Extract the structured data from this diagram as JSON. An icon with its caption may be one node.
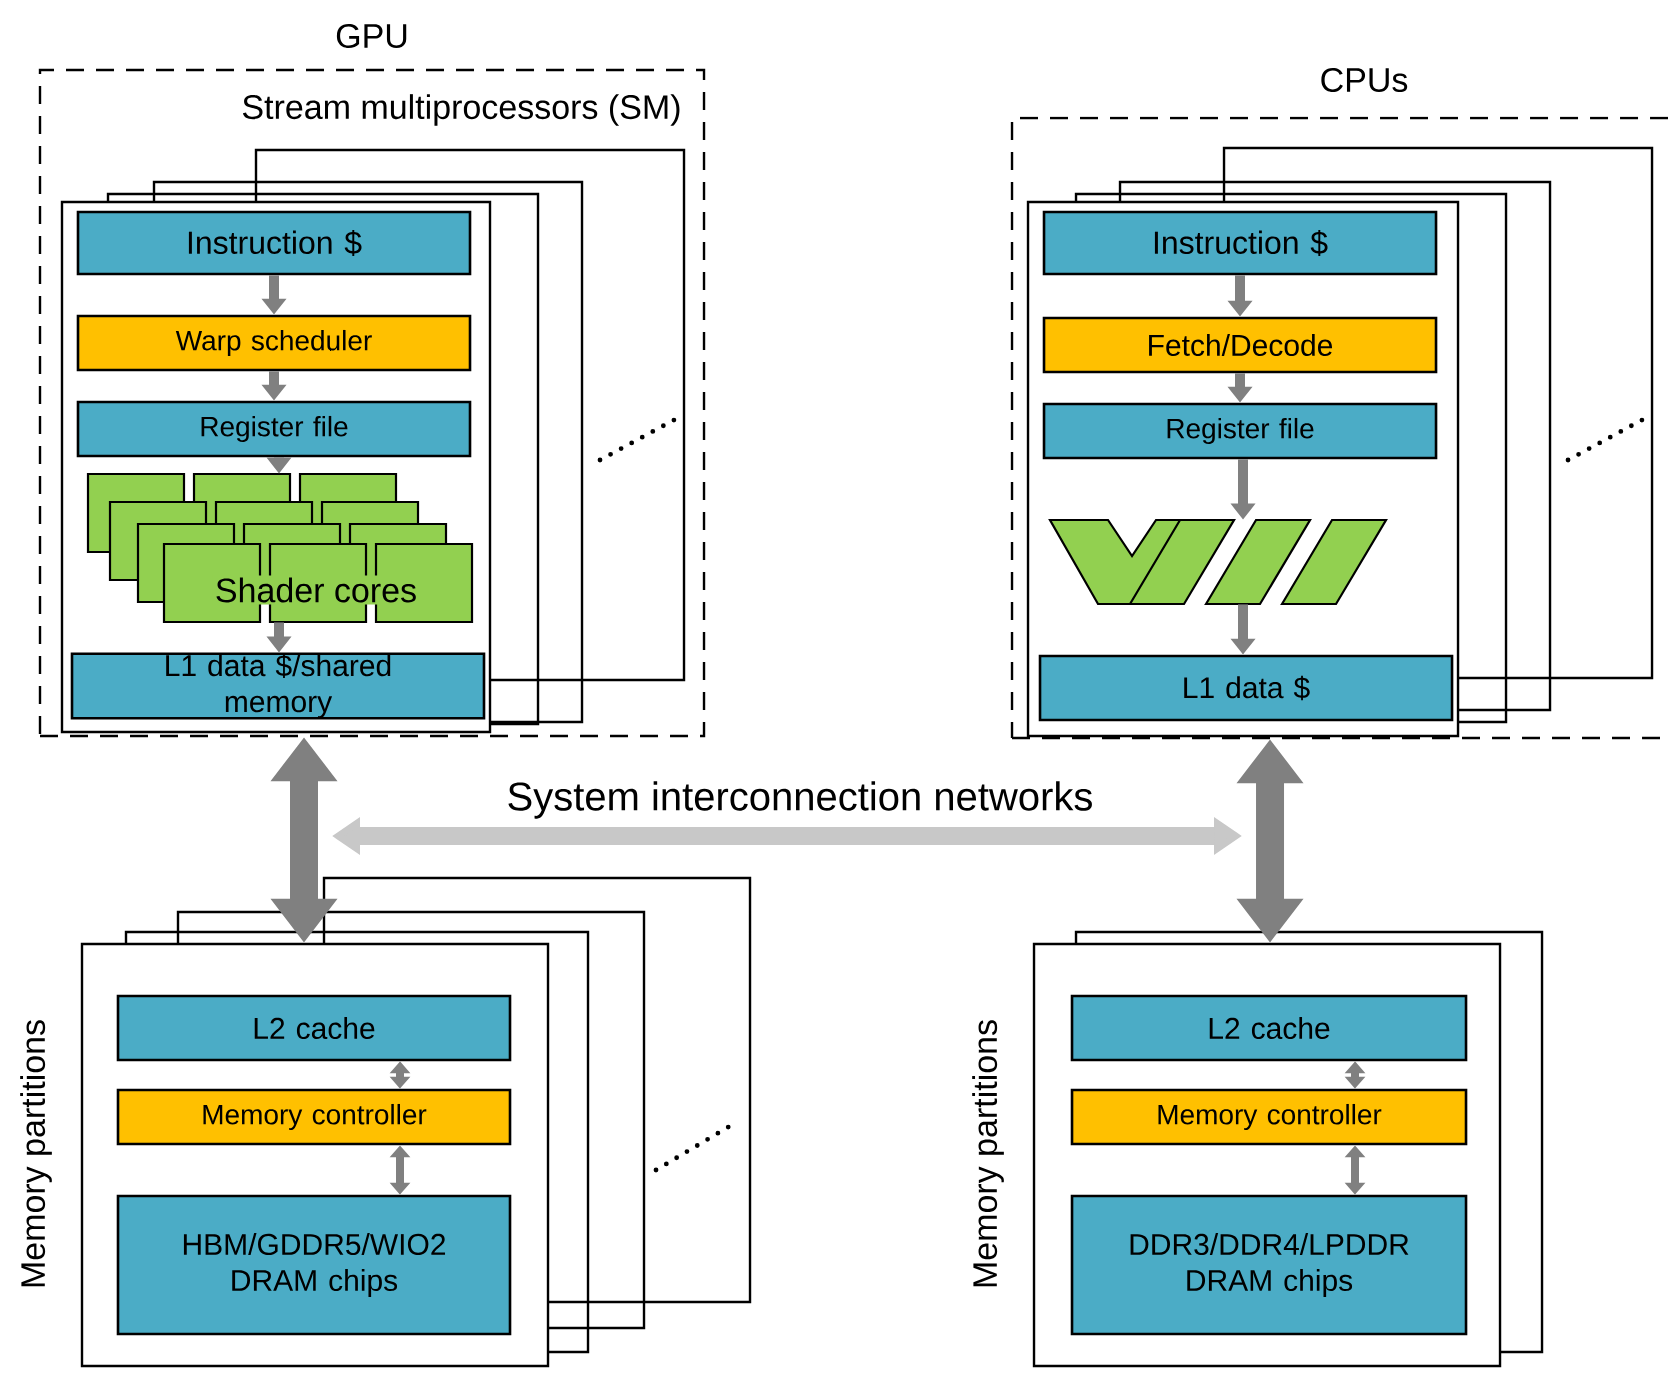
{
  "diagram": {
    "nodes": [
      {
        "text": [
          "GPU",
          "Stream multiprocessors (SM)"
        ]
      },
      {
        "text": [],
        "shape": "box",
        "in": 0
      },
      {
        "text": [
          "Instruction $"
        ],
        "in": 1
      },
      {
        "text": [
          "Warp scheduler"
        ],
        "in": 1
      },
      {
        "text": [
          "Register file"
        ],
        "in": 1
      },
      {
        "text": [
          "Shader cores"
        ],
        "in": 1
      },
      {
        "text": [
          "L1 data $/shared memory"
        ],
        "in": 1
      },
      {
        "text": [
          "CPUs"
        ]
      },
      {
        "text": [],
        "shape": "box",
        "in": 7
      },
      {
        "text": [
          "Instruction $"
        ],
        "in": 8
      },
      {
        "text": [
          "Fetch/Decode"
        ],
        "in": 8
      },
      {
        "text": [
          "Register file"
        ],
        "in": 8
      },
      {
        "text": [],
        "shape": "picture",
        "in": 8
      },
      {
        "text": [
          "L1 data $"
        ],
        "in": 8
      },
      {
        "text": [
          "Memory partitions"
        ]
      },
      {
        "text": [
          "L2 cache"
        ],
        "in": 14
      },
      {
        "text": [
          "Memory controller"
        ],
        "in": 14
      },
      {
        "text": [
          "HBM/GDDR5/WIO2 DRAM chips"
        ],
        "in": 14
      },
      {
        "text": [
          "Memory partitions"
        ]
      },
      {
        "text": [
          "L2 cache"
        ],
        "in": 18
      },
      {
        "text": [
          "Memory controller"
        ],
        "in": 18
      },
      {
        "text": [
          "DDR3/DDR4/LPDDR DRAM chips"
        ],
        "in": 18
      }
    ],
    "edges": [
      {
        "from": 2,
        "to": 3,
        "arrow": "to"
      },
      {
        "from": 3,
        "to": 4,
        "arrow": "to"
      },
      {
        "from": 4,
        "to": 5,
        "arrow": "to"
      },
      {
        "from": 5,
        "to": 6,
        "arrow": "to"
      },
      {
        "from": 9,
        "to": 10,
        "arrow": "to"
      },
      {
        "from": 10,
        "to": 11,
        "arrow": "to"
      },
      {
        "from": 11,
        "to": 12,
        "arrow": "to"
      },
      {
        "from": 12,
        "to": 13,
        "arrow": "to"
      },
      {
        "from": 0,
        "to": 14,
        "arrow": "both",
        "style": "thick"
      },
      {
        "from": 7,
        "to": 18,
        "arrow": "both",
        "style": "thick"
      },
      {
        "from": 0,
        "to": 7,
        "arrow": "both",
        "label": "System interconnection networks",
        "style": "thick",
        "color": "#c8c8c8"
      },
      {
        "from": 15,
        "to": 16,
        "arrow": "both"
      },
      {
        "from": 16,
        "to": 17,
        "arrow": "both"
      },
      {
        "from": 19,
        "to": 20,
        "arrow": "both"
      },
      {
        "from": 20,
        "to": 21,
        "arrow": "both"
      }
    ]
  }
}
